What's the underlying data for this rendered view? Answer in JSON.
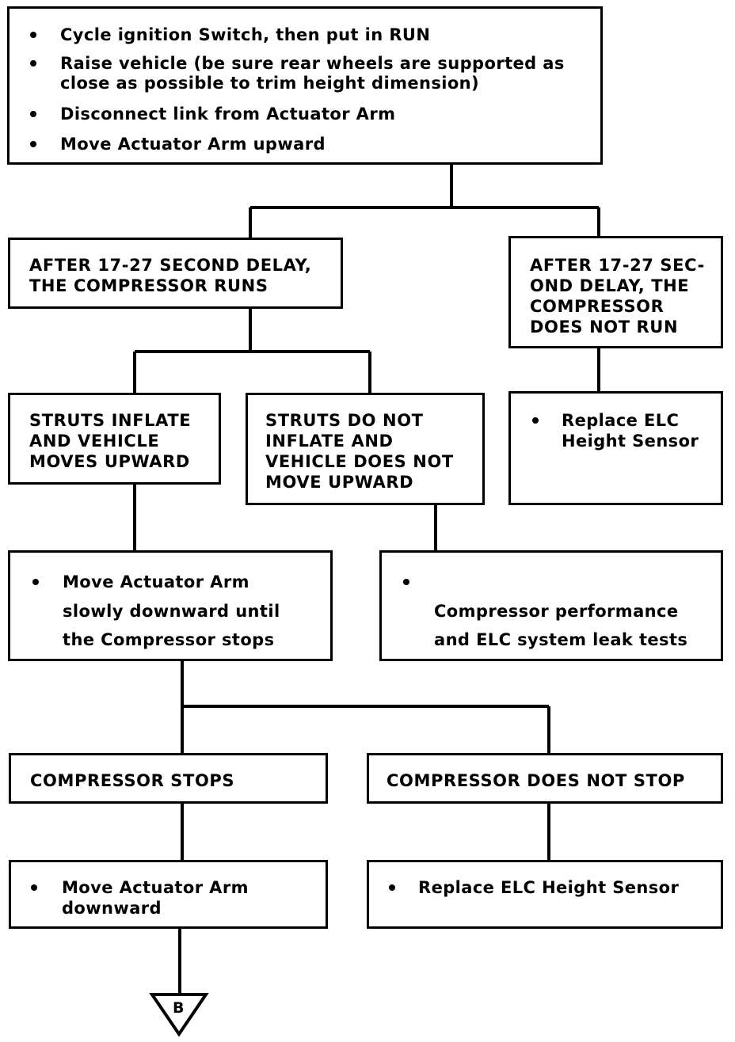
{
  "start": {
    "items": [
      "Cycle ignition Switch, then put in RUN",
      "Raise vehicle (be sure rear wheels are supported as",
      "close as possible to trim height dimension)",
      "Disconnect link from Actuator Arm",
      "Move Actuator Arm upward"
    ]
  },
  "compressor_runs": [
    "AFTER 17-27 SECOND DELAY,",
    "THE COMPRESSOR RUNS"
  ],
  "compressor_not_run": [
    "AFTER 17-27 SEC-",
    "OND DELAY, THE",
    "COMPRESSOR",
    "DOES NOT RUN"
  ],
  "struts_inflate": [
    "STRUTS INFLATE",
    "AND VEHICLE",
    "MOVES UPWARD"
  ],
  "struts_not_inflate": [
    "STRUTS DO NOT",
    "INFLATE AND",
    "VEHICLE DOES NOT",
    "MOVE UPWARD"
  ],
  "replace_sensor_1": [
    "Replace ELC",
    "Height Sensor"
  ],
  "move_slowly": [
    "Move Actuator Arm",
    "slowly  downward  until",
    "the Compressor stops"
  ],
  "compressor_tests": [
    "Compressor performance",
    "and ELC system leak tests"
  ],
  "compressor_stops": "COMPRESSOR STOPS",
  "compressor_not_stop": "COMPRESSOR DOES NOT STOP",
  "move_downward": [
    "Move Actuator Arm",
    "downward"
  ],
  "replace_sensor_2": "Replace ELC Height Sensor",
  "connector_label": "B"
}
